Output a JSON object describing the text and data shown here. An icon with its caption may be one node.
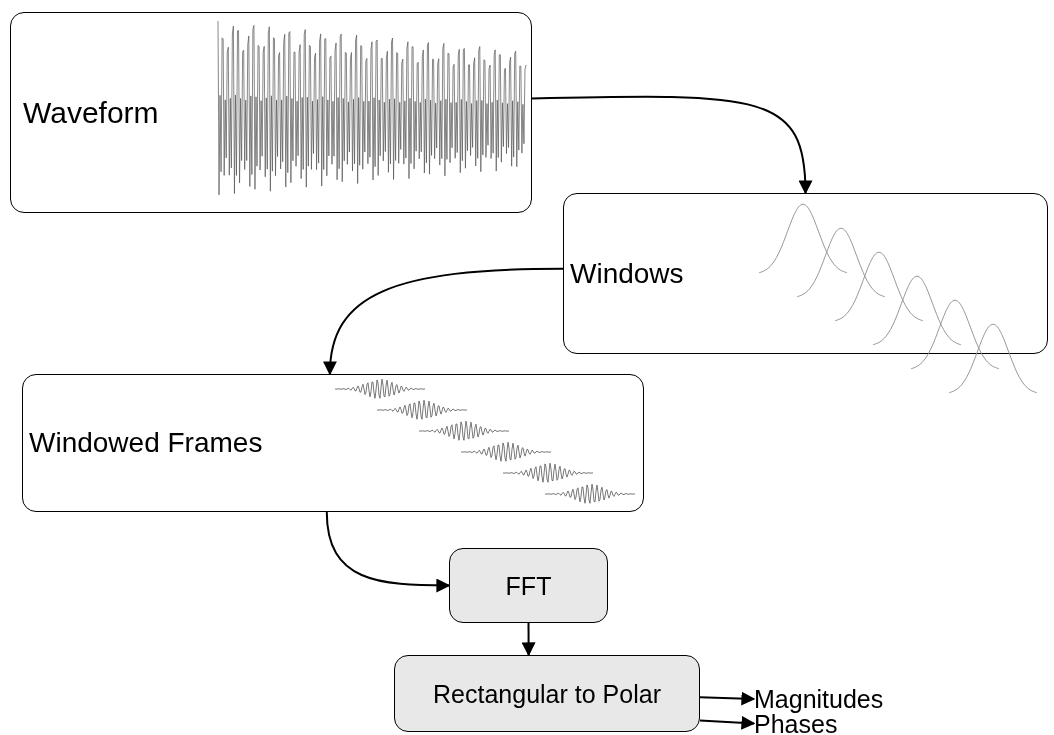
{
  "diagram": {
    "nodes": [
      {
        "text": [
          "Waveform"
        ]
      },
      {
        "text": [
          "Windows"
        ]
      },
      {
        "text": [
          "Windowed Frames"
        ]
      },
      {
        "text": [
          "FFT"
        ]
      },
      {
        "text": [
          "Rectangular to Polar"
        ]
      },
      {
        "text": [
          "Magnitudes"
        ]
      },
      {
        "text": [
          "Phases"
        ]
      }
    ],
    "edges": [
      {
        "from": 0,
        "to": 1,
        "arrow": "to"
      },
      {
        "from": 1,
        "to": 2,
        "arrow": "to"
      },
      {
        "from": 2,
        "to": 3,
        "arrow": "to"
      },
      {
        "from": 3,
        "to": 4,
        "arrow": "to"
      },
      {
        "from": 4,
        "to": 5,
        "arrow": "to"
      },
      {
        "from": 4,
        "to": 6,
        "arrow": "to"
      }
    ]
  }
}
